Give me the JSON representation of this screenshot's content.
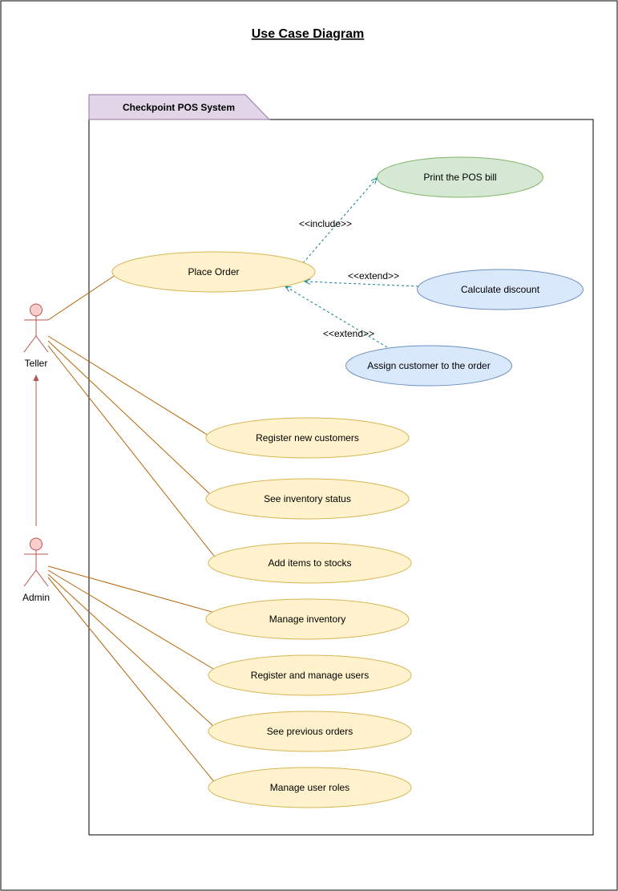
{
  "diagram": {
    "title": "Use Case Diagram",
    "system_name": "Checkpoint POS System",
    "actors": {
      "teller": "Teller",
      "admin": "Admin"
    },
    "use_cases": {
      "place_order": "Place Order",
      "print_bill": "Print the POS bill",
      "calculate_discount": "Calculate discount",
      "assign_customer": "Assign customer to the order",
      "register_customers": "Register new customers",
      "see_inventory_status": "See inventory status",
      "add_items": "Add items to stocks",
      "manage_inventory": "Manage inventory",
      "register_users": "Register and manage users",
      "see_previous_orders": "See previous orders",
      "manage_user_roles": "Manage user roles"
    },
    "relations": {
      "include": "<<include>>",
      "extend_discount": "<<extend>>",
      "extend_assign": "<<extend>>"
    },
    "colors": {
      "actor_fill": "#f8cecc",
      "actor_stroke": "#b85450",
      "use_case_fill": "#fff2cc",
      "use_case_stroke": "#d6b656",
      "include_fill": "#d5e8d4",
      "include_stroke": "#82b366",
      "extend_fill": "#dae8fc",
      "extend_stroke": "#6c8ebf",
      "association_line": "#b46504",
      "dependency_line": "#0e8088",
      "system_tab_fill": "#e1d5e7",
      "system_tab_stroke": "#9673a6"
    }
  }
}
